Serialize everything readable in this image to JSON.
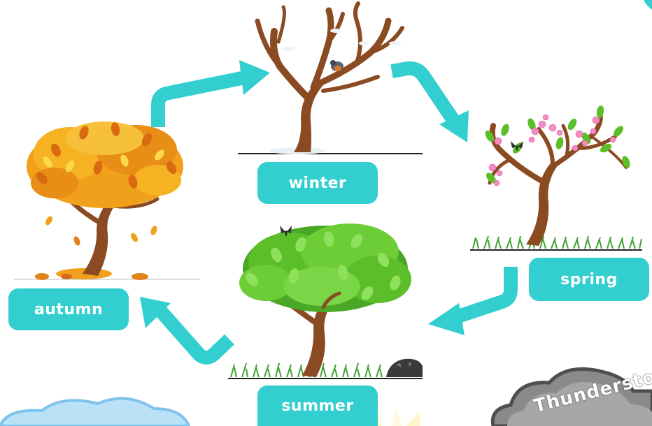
{
  "cycle": {
    "stages": [
      {
        "id": "winter",
        "label": "winter"
      },
      {
        "id": "spring",
        "label": "spring"
      },
      {
        "id": "summer",
        "label": "summer"
      },
      {
        "id": "autumn",
        "label": "autumn"
      }
    ],
    "arrow_order": [
      "autumn",
      "winter",
      "spring",
      "summer",
      "autumn"
    ]
  },
  "weather": {
    "cloud_text": "Thunderstorm"
  },
  "colors": {
    "accent": "#33cfd0",
    "label_text": "#ffffff",
    "trunk": "#8a4b22",
    "autumn_leaf": "#f0a01a",
    "summer_leaf": "#5cbf2a",
    "spring_blossom": "#f28cc2",
    "grass": "#3fa332",
    "storm_cloud": "#7b7b7b",
    "sky_cloud": "#9fd4f2",
    "sun": "#fff4a8"
  },
  "icons": {
    "bird": "bird-icon",
    "butterfly": "butterfly-icon",
    "rock": "rock-icon"
  }
}
